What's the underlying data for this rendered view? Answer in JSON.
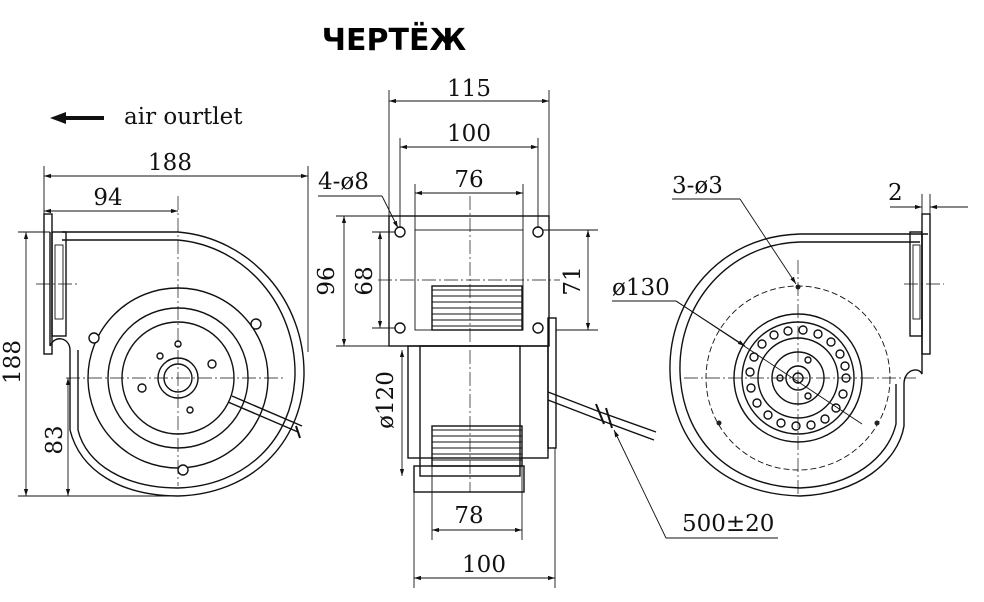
{
  "title": "ЧЕРТЁЖ",
  "airflow_label": "air ourtlet",
  "left_view": {
    "width_total": "188",
    "width_half": "94",
    "height_total": "188",
    "outlet_height": "83"
  },
  "middle_view": {
    "overall_width": "115",
    "flange_width": "100",
    "outlet_width": "76",
    "hole_note": "4-ø8",
    "flange_height": "96",
    "hole_spacing_v": "68",
    "right_height": "71",
    "wheel_diameter": "ø120",
    "wheel_width": "78",
    "base_width": "100",
    "cable_length": "500±20"
  },
  "right_view": {
    "mount_holes": "3-ø3",
    "flange_thickness": "2",
    "bolt_circle": "ø130"
  }
}
